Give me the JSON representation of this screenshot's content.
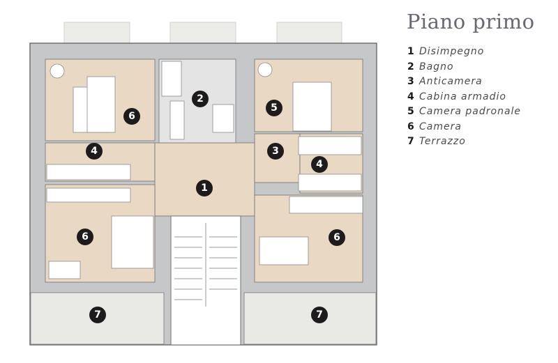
{
  "title": "Piano primo",
  "legend": [
    {
      "num": "1",
      "label": "Disimpegno"
    },
    {
      "num": "2",
      "label": "Bagno"
    },
    {
      "num": "3",
      "label": "Anticamera"
    },
    {
      "num": "4",
      "label": "Cabina armadio"
    },
    {
      "num": "5",
      "label": "Camera padronale"
    },
    {
      "num": "6",
      "label": "Camera"
    },
    {
      "num": "7",
      "label": "Terrazzo"
    }
  ],
  "markers": [
    "1",
    "2",
    "3",
    "4",
    "4",
    "5",
    "6",
    "6",
    "6",
    "7",
    "7"
  ],
  "colors": {
    "wall": "#c6c7c9",
    "wall_edge": "#6f7072",
    "wood": "#e9d8c4",
    "bath": "#e4e4e4",
    "terrace": "#e9e9e5",
    "marker": "#1e1b1c"
  }
}
